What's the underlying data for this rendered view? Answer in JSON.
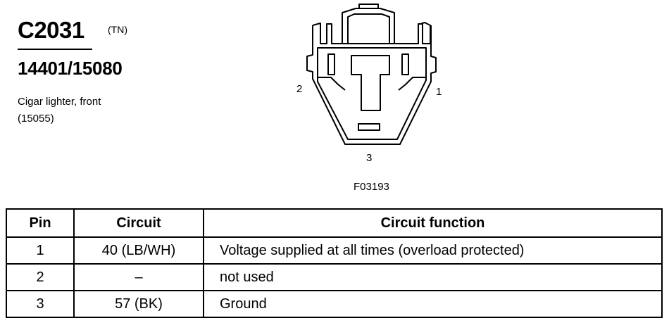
{
  "header": {
    "connector_id": "C2031",
    "connector_tag": "(TN)",
    "part_number": "14401/15080",
    "description_line1": "Cigar lighter, front",
    "description_line2": "(15055)"
  },
  "diagram": {
    "pin_labels": {
      "pin1": "1",
      "pin2": "2",
      "pin3": "3"
    },
    "figure_code": "F03193"
  },
  "table": {
    "headers": {
      "pin": "Pin",
      "circuit": "Circuit",
      "function": "Circuit function"
    },
    "rows": [
      {
        "pin": "1",
        "circuit": "40 (LB/WH)",
        "function": "Voltage supplied at all times (overload protected)"
      },
      {
        "pin": "2",
        "circuit": "–",
        "function": "not used"
      },
      {
        "pin": "3",
        "circuit": "57 (BK)",
        "function": "Ground"
      }
    ]
  }
}
